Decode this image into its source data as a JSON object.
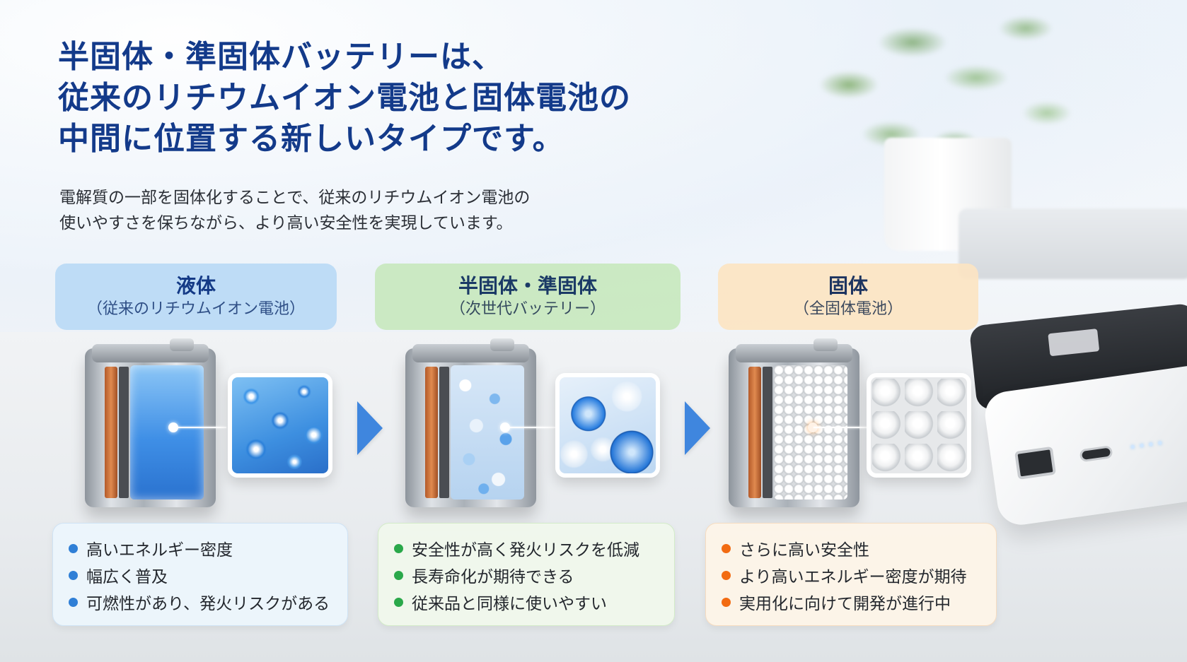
{
  "headline": {
    "lines": [
      "半固体・準固体バッテリーは、",
      "従来のリチウムイオン電池と固体電池の",
      "中間に位置する新しいタイプです。"
    ]
  },
  "subtext": {
    "lines": [
      "電解質の一部を固体化することで、従来のリチウムイオン電池の",
      "使いやすさを保ちながら、より高い安全性を実現しています。"
    ]
  },
  "types": [
    {
      "title": "液体",
      "subtitle": "（従来のリチウムイオン電池）",
      "color": "#2f7fd6",
      "features": [
        "高いエネルギー密度",
        "幅広く普及",
        "可燃性があり、発火リスクがある"
      ]
    },
    {
      "title": "半固体・準固体",
      "subtitle": "（次世代バッテリー）",
      "color": "#2aa84a",
      "features": [
        "安全性が高く発火リスクを低減",
        "長寿命化が期待できる",
        "従来品と同様に使いやすい"
      ]
    },
    {
      "title": "固体",
      "subtitle": "（全固体電池）",
      "color": "#f26b12",
      "features": [
        "さらに高い安全性",
        "より高いエネルギー密度が期待",
        "実用化に向けて開発が進行中"
      ]
    }
  ],
  "colors": {
    "headline": "#133a8a",
    "arrow": "#3f86de"
  },
  "icons": [
    "battery-cell-illustration",
    "magnified-electrolyte-illustration",
    "right-arrow-icon"
  ]
}
